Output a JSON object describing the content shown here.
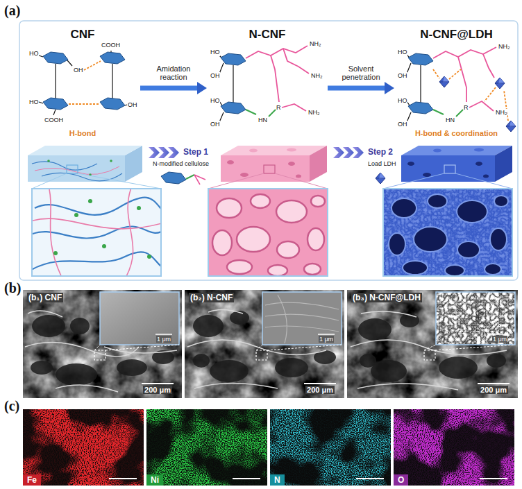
{
  "diagram": {
    "nodes": [
      {
        "text": [
          "CNF",
          "H-bond"
        ]
      },
      {
        "text": [
          "N-CNF"
        ]
      },
      {
        "text": [
          "N-CNF@LDH",
          "H-bond & coordination"
        ]
      },
      {
        "text": [
          "(b₁) CNF",
          "1 μm",
          "200 μm"
        ]
      },
      {
        "text": [
          "(b₂) N-CNF",
          "1 μm",
          "200 μm"
        ]
      },
      {
        "text": [
          "(b₃) N-CNF@LDH",
          "1 μm",
          "200 μm"
        ]
      },
      {
        "text": [
          "Fe"
        ]
      },
      {
        "text": [
          "Ni"
        ]
      },
      {
        "text": [
          "N"
        ]
      },
      {
        "text": [
          "O"
        ]
      }
    ],
    "edges": [
      {
        "from": 0,
        "to": 1,
        "label": "Amidation reaction",
        "arrow": "to"
      },
      {
        "from": 1,
        "to": 2,
        "label": "Solvent penetration",
        "arrow": "to"
      }
    ],
    "labels": [
      "(a)",
      "(b)",
      "(c)",
      "Step 1",
      "N-modified cellulose",
      "Step 2",
      "Load LDH",
      "HO",
      "OH",
      "COOH",
      "HO",
      "COOH",
      "OH",
      "HO",
      "OH",
      "HO",
      "OH",
      "NH₂",
      "NH₂",
      "HN",
      "R",
      "NH₂",
      "HO",
      "OH",
      "HO",
      "OH",
      "NH₂",
      "HN",
      "R",
      "NH₂"
    ]
  }
}
